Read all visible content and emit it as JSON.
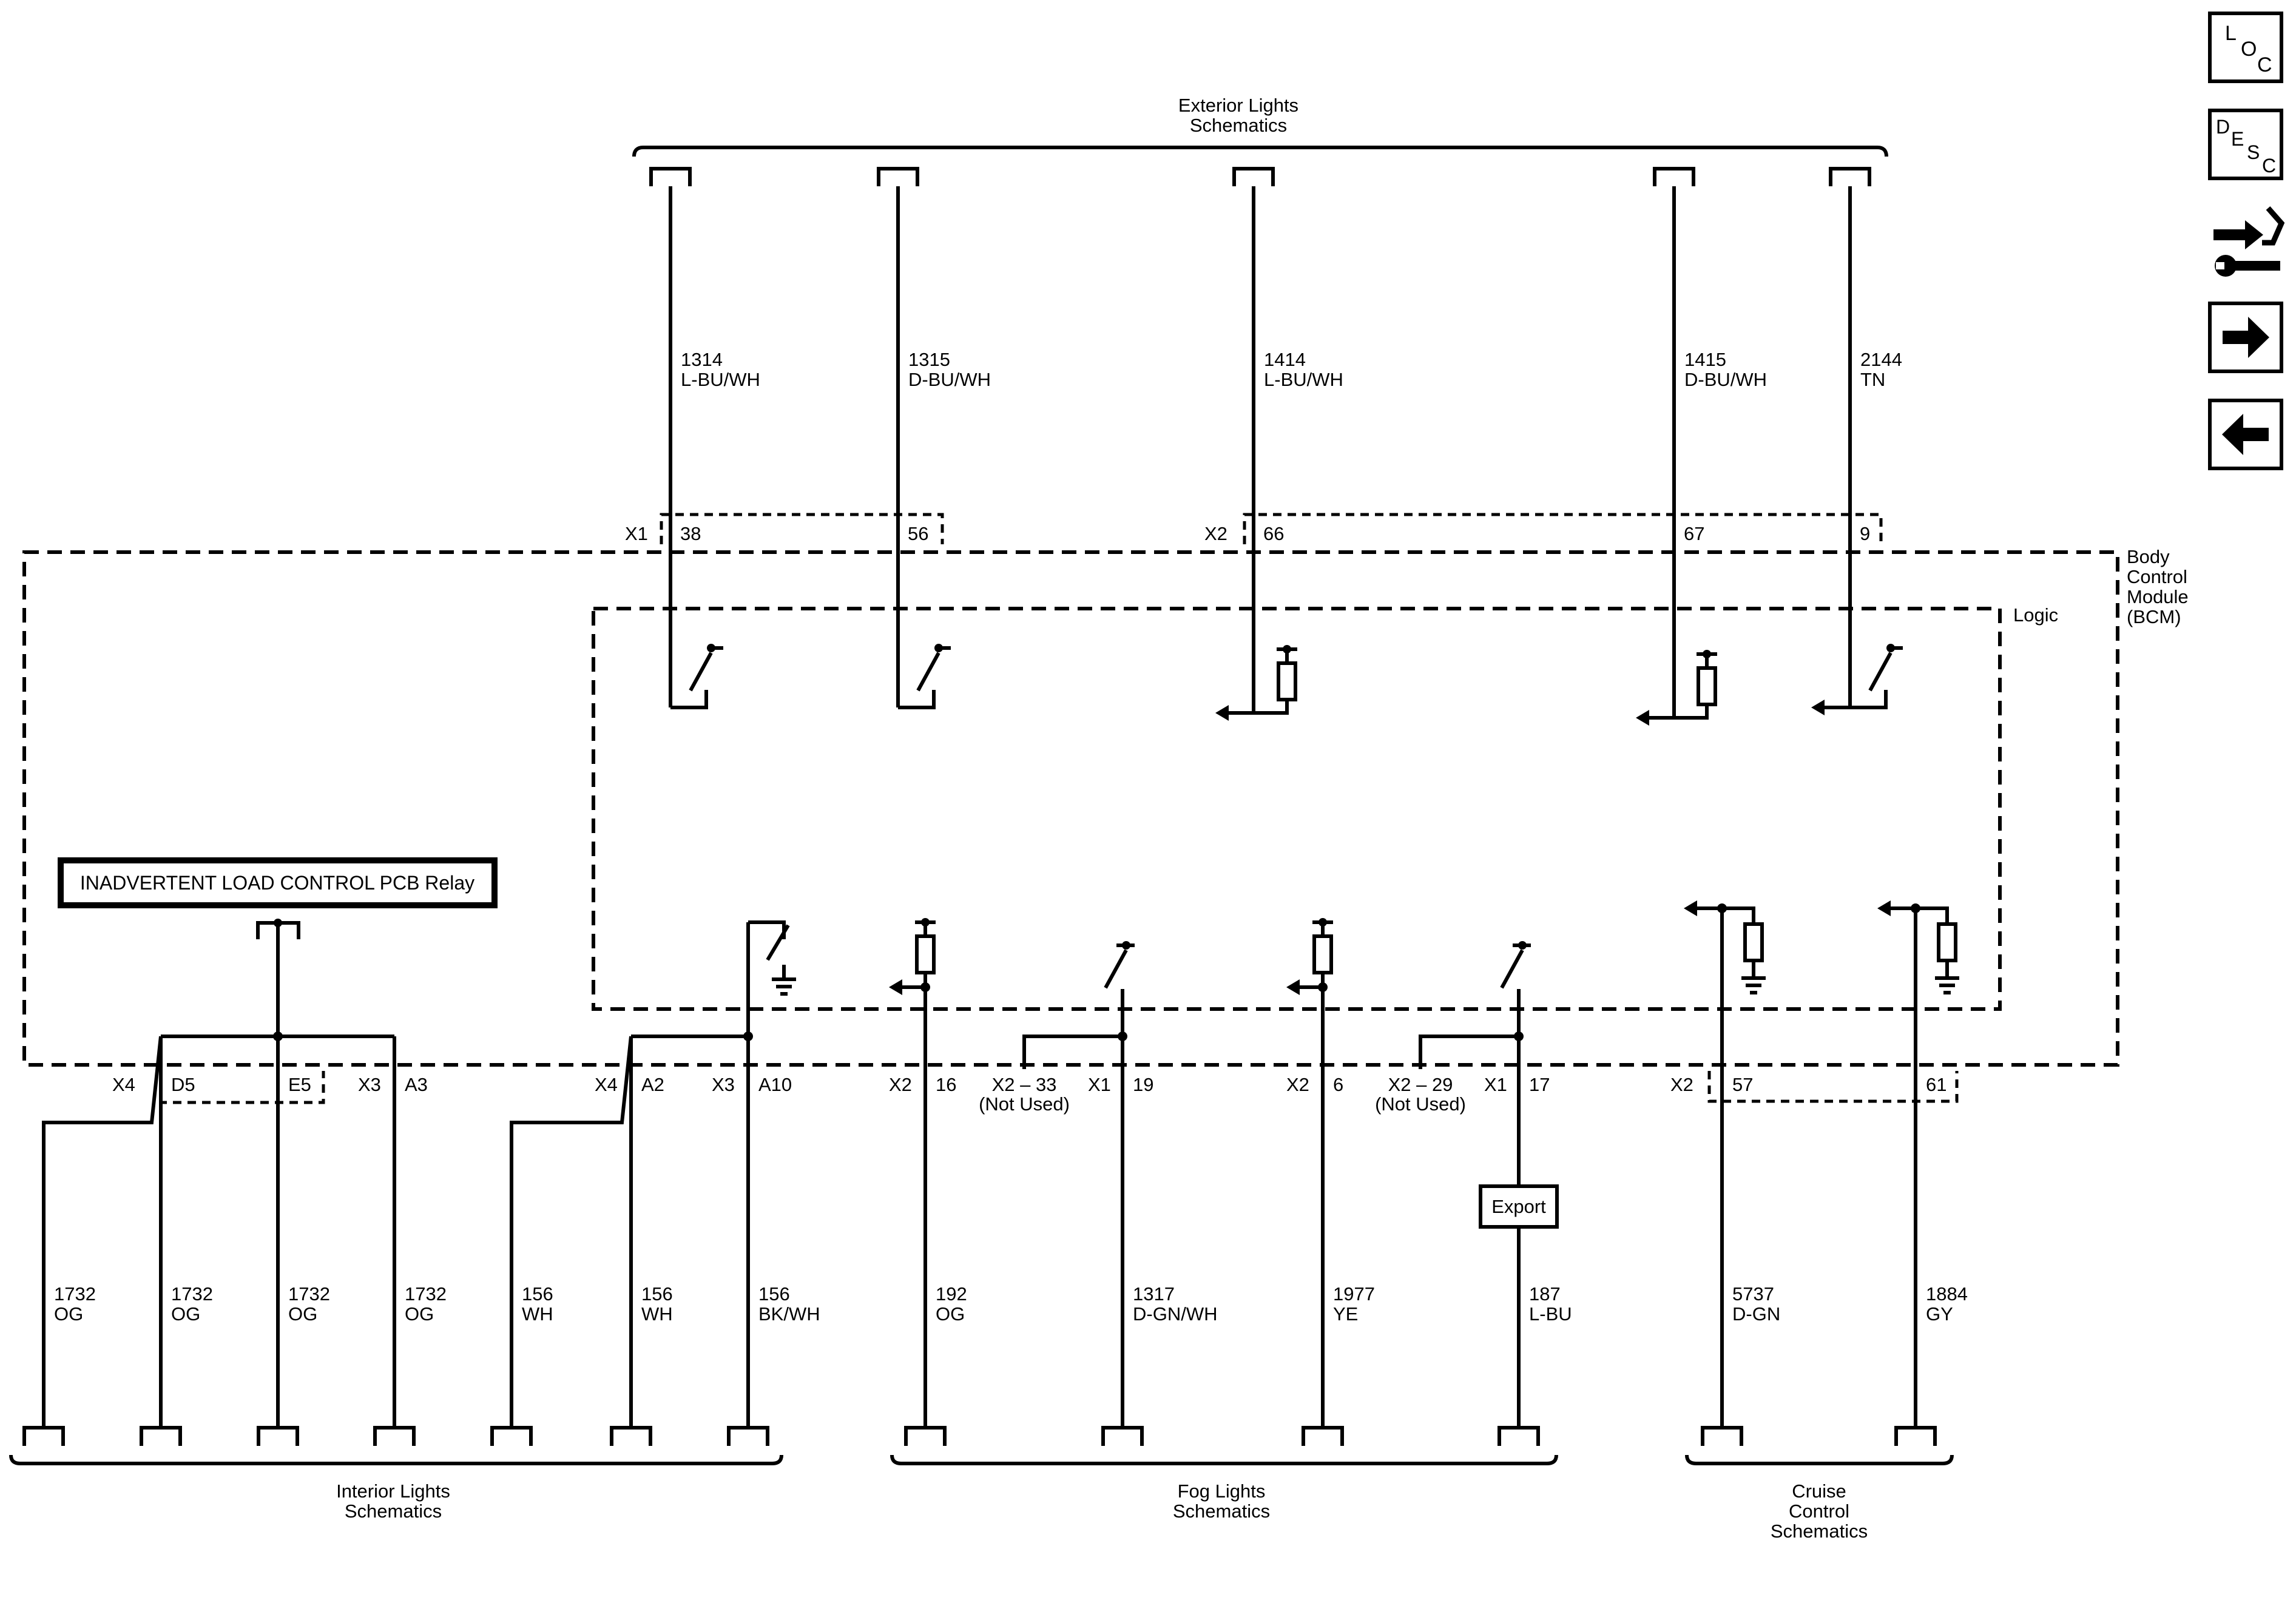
{
  "groups": {
    "exterior": [
      "Exterior Lights",
      "Schematics"
    ],
    "interior": [
      "Interior Lights",
      "Schematics"
    ],
    "fog": [
      "Fog Lights",
      "Schematics"
    ],
    "cruise": [
      "Cruise",
      "Control",
      "Schematics"
    ]
  },
  "module": {
    "name_lines": [
      "Body",
      "Control",
      "Module",
      "(BCM)"
    ],
    "logic_label": "Logic"
  },
  "relay_label": "INADVERTENT LOAD CONTROL PCB Relay",
  "export_label": "Export",
  "nav": {
    "loc": [
      "L",
      "O",
      "C"
    ],
    "desc": [
      "D",
      "E",
      "S",
      "C"
    ]
  },
  "connectors": {
    "top_x1": "X1",
    "top_x2": "X2",
    "x4a": "X4",
    "x3a": "X3",
    "x4b": "X4",
    "x3b": "X3",
    "x2_16": "X2",
    "x1_19": "X1",
    "x2_6": "X2",
    "x1_17": "X1",
    "x2_57": "X2"
  },
  "top_wires": [
    {
      "pin": "38",
      "circuit": "1314",
      "color": "L-BU/WH"
    },
    {
      "pin": "56",
      "circuit": "1315",
      "color": "D-BU/WH"
    },
    {
      "pin": "66",
      "circuit": "1414",
      "color": "L-BU/WH"
    },
    {
      "pin": "67",
      "circuit": "1415",
      "color": "D-BU/WH"
    },
    {
      "pin": "9",
      "circuit": "2144",
      "color": "TN"
    }
  ],
  "bottom_wires": [
    {
      "pin": "",
      "circuit": "1732",
      "color": "OG"
    },
    {
      "pin": "D5",
      "circuit": "1732",
      "color": "OG"
    },
    {
      "pin": "E5",
      "circuit": "1732",
      "color": "OG"
    },
    {
      "pin": "A3",
      "circuit": "1732",
      "color": "OG"
    },
    {
      "pin": "",
      "circuit": "156",
      "color": "WH"
    },
    {
      "pin": "A2",
      "circuit": "156",
      "color": "WH"
    },
    {
      "pin": "A10",
      "circuit": "156",
      "color": "BK/WH"
    },
    {
      "pin": "16",
      "circuit": "192",
      "color": "OG"
    },
    {
      "pin": "19",
      "circuit": "1317",
      "color": "D-GN/WH"
    },
    {
      "pin": "6",
      "circuit": "1977",
      "color": "YE"
    },
    {
      "pin": "17",
      "circuit": "187",
      "color": "L-BU"
    },
    {
      "pin": "57",
      "circuit": "5737",
      "color": "D-GN"
    },
    {
      "pin": "61",
      "circuit": "1884",
      "color": "GY"
    }
  ],
  "unused": [
    {
      "ref": "X2 – 33",
      "note": "(Not Used)"
    },
    {
      "ref": "X2 – 29",
      "note": "(Not Used)"
    }
  ]
}
